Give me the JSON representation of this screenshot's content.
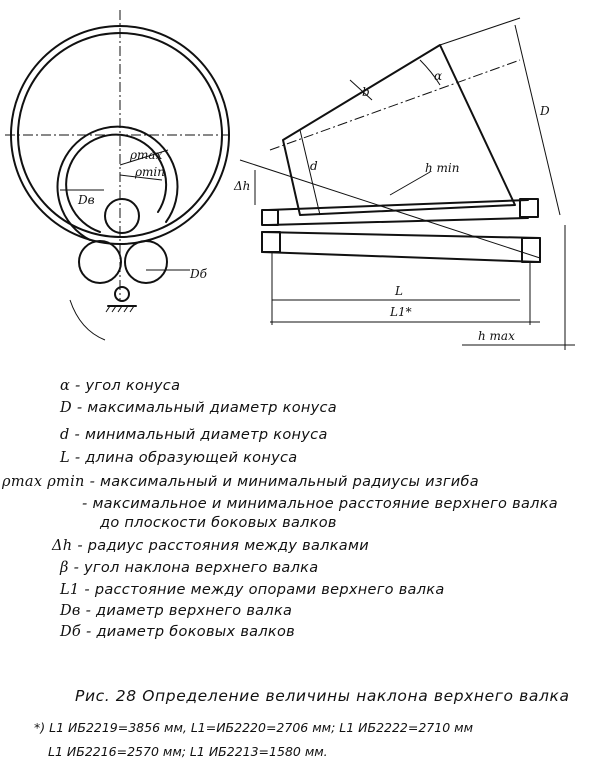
{
  "diagram_labels": {
    "rho_max": "ρmax",
    "rho_min": "ρmin",
    "D_upper": "Dв",
    "D_side": "Dб",
    "alpha": "α",
    "b": "b",
    "D": "D",
    "d": "d",
    "h_min": "h min",
    "delta_h": "Δh",
    "L": "L",
    "L1": "L1*",
    "h_max": "h max"
  },
  "legend": [
    {
      "symbol": "α",
      "text": "- угол конуса"
    },
    {
      "symbol": "D",
      "text": "- максимальный диаметр конуса"
    },
    {
      "symbol": "d",
      "text": "- минимальный диаметр конуса"
    },
    {
      "symbol": "L",
      "text": "- длина образующей конуса"
    },
    {
      "symbol": "ρmax ρmin",
      "text": "- максимальный и минимальный радиусы изгиба"
    },
    {
      "symbol": "",
      "text": "- максимальное и минимальное расстояние верхнего валка"
    },
    {
      "symbol": "",
      "text": "до плоскости боковых валков"
    },
    {
      "symbol": "Δh",
      "text": "- радиус расстояния между валками"
    },
    {
      "symbol": "β",
      "text": "- угол наклона верхнего валка"
    },
    {
      "symbol": "L1",
      "text": "- расстояние между опорами верхнего валка"
    },
    {
      "symbol": "Dв",
      "text": "- диаметр верхнего валка"
    },
    {
      "symbol": "Dб",
      "text": "- диаметр боковых валков"
    }
  ],
  "caption": "Рис. 28 Определение величины наклона верхнего валка",
  "footnote": {
    "marker": "*)",
    "line1": "L1 ИБ2219=3856 мм, L1=ИБ2220=2706 мм; L1 ИБ2222=2710 мм",
    "line2": "L1 ИБ2216=2570 мм; L1 ИБ2213=1580 мм."
  }
}
